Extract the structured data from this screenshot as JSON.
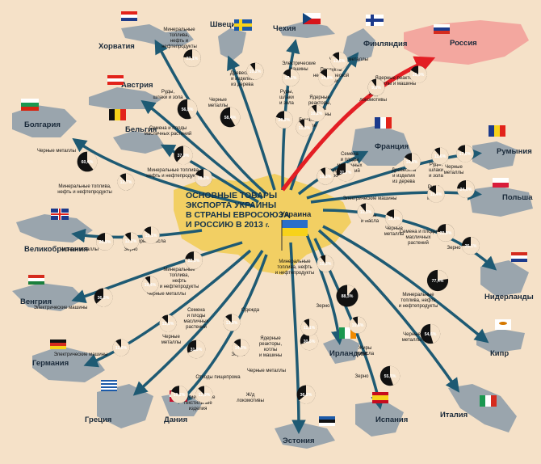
{
  "title": {
    "lines": [
      "ОСНОВНЫЕ ТОВАРЫ",
      "ЭКСПОРТА УКРАИНЫ",
      "В СТРАНЫ ЕВРОСОЮЗА",
      "И РОССИЮ В 2013"
    ],
    "suffix": "г."
  },
  "center": {
    "name": "Украина"
  },
  "colors": {
    "background": "#f5e1c8",
    "arrow": "#1e5a73",
    "russia_arrow": "#e31e24",
    "pie_fill": "#111111",
    "land": "#9aa5ad",
    "ukraine": "#f2cf63",
    "russia_land": "#f3a79f"
  },
  "countries": [
    {
      "id": "croatia",
      "name": "Хорватия"
    },
    {
      "id": "sweden",
      "name": "Швеция"
    },
    {
      "id": "czech",
      "name": "Чехия"
    },
    {
      "id": "finland",
      "name": "Финляндия"
    },
    {
      "id": "russia",
      "name": "Россия"
    },
    {
      "id": "austria",
      "name": "Австрия"
    },
    {
      "id": "belgium",
      "name": "Бельгия"
    },
    {
      "id": "bulgaria",
      "name": "Болгария"
    },
    {
      "id": "france",
      "name": "Франция"
    },
    {
      "id": "romania",
      "name": "Румыния"
    },
    {
      "id": "poland",
      "name": "Польша"
    },
    {
      "id": "uk",
      "name": "Великобритания"
    },
    {
      "id": "netherlands",
      "name": "Нидерланды"
    },
    {
      "id": "hungary",
      "name": "Венгрия"
    },
    {
      "id": "cyprus",
      "name": "Кипр"
    },
    {
      "id": "germany",
      "name": "Германия"
    },
    {
      "id": "ireland",
      "name": "Ирландия"
    },
    {
      "id": "italy",
      "name": "Италия"
    },
    {
      "id": "greece",
      "name": "Греция"
    },
    {
      "id": "denmark",
      "name": "Дания"
    },
    {
      "id": "spain",
      "name": "Испания"
    },
    {
      "id": "estonia",
      "name": "Эстония"
    }
  ],
  "products": [
    {
      "id": "croatia",
      "label": [
        "Минеральные",
        "топлива,",
        "нефть и",
        "нефтепродукты"
      ],
      "pct": "23,1%",
      "share": 0.231
    },
    {
      "id": "sweden",
      "label": [
        "Древесина",
        "и изделия",
        "из дерева"
      ],
      "pct": "10,2%",
      "share": 0.102
    },
    {
      "id": "sweden2",
      "label": [
        "Черные",
        "металлы"
      ],
      "pct": "58,4%",
      "share": 0.584
    },
    {
      "id": "czech",
      "label": [
        "Электрические",
        "машины"
      ],
      "pct": "17,1%",
      "share": 0.171
    },
    {
      "id": "czech2",
      "label": [
        "Руды,",
        "шлаки",
        "и зола"
      ],
      "pct": "20,2%",
      "share": 0.202
    },
    {
      "id": "finland",
      "label": [
        "Черные металлы"
      ],
      "pct": "13,6%",
      "share": 0.136
    },
    {
      "id": "finland2",
      "label": [
        "Продукты",
        "неорганической",
        "химии"
      ],
      "pct": "14,9%",
      "share": 0.149
    },
    {
      "id": "finland3",
      "label": [
        "Ядерные",
        "реакторы,",
        "котлы",
        "и машины"
      ],
      "pct": "10,2%",
      "share": 0.102
    },
    {
      "id": "finland4",
      "label": [
        "Бумага",
        "и картон"
      ],
      "pct": "11,0%",
      "share": 0.11
    },
    {
      "id": "russia",
      "label": [
        "Ядерные реакторы,",
        "котлы и машины"
      ],
      "pct": "16,9%",
      "share": 0.169
    },
    {
      "id": "russia2",
      "label": [
        "Ж/д",
        "локомотивы"
      ],
      "pct": "9,6%",
      "share": 0.096
    },
    {
      "id": "austria",
      "label": [
        "Руды,",
        "шлаки и зола"
      ],
      "pct": "56,3%",
      "share": 0.563
    },
    {
      "id": "belgium",
      "label": [
        "Семена и плоды",
        "масличных растений"
      ],
      "pct": "37,9%",
      "share": 0.379
    },
    {
      "id": "belgium2",
      "label": [
        "Минеральные топлива,",
        "нефть и нефтепродукты"
      ],
      "pct": "18,5%",
      "share": 0.185
    },
    {
      "id": "bulgaria",
      "label": [
        "Черные металлы"
      ],
      "pct": "60,4%",
      "share": 0.604
    },
    {
      "id": "bulgaria2",
      "label": [
        "Минеральные топлива,",
        "нефть и нефтепродукты"
      ],
      "pct": "12,7%",
      "share": 0.127
    },
    {
      "id": "france",
      "label": [
        "Семена",
        "и плоды",
        "масличных",
        "растений"
      ],
      "pct": "31,7%",
      "share": 0.317
    },
    {
      "id": "france2",
      "label": [
        "Отходы",
        "пищепрома"
      ],
      "pct": "10,3%",
      "share": 0.103
    },
    {
      "id": "romania",
      "label": [
        "Древесина",
        "и изделия",
        "из дерева"
      ],
      "pct": "11,6%",
      "share": 0.116
    },
    {
      "id": "romania2",
      "label": [
        "Руды,",
        "шлаки",
        "и зола"
      ],
      "pct": "17,0%",
      "share": 0.17
    },
    {
      "id": "romania3",
      "label": [
        "Черные",
        "металлы"
      ],
      "pct": "16,4%",
      "share": 0.164
    },
    {
      "id": "poland",
      "label": [
        "Электрические машины"
      ],
      "pct": "15,4%",
      "share": 0.154
    },
    {
      "id": "poland2",
      "label": [
        "Руды,",
        "шлаки",
        "и зола"
      ],
      "pct": "24,0%",
      "share": 0.24
    },
    {
      "id": "uk",
      "label": [
        "Черные металлы"
      ],
      "pct": "20,9%",
      "share": 0.209
    },
    {
      "id": "uk2",
      "label": [
        "Зерно"
      ],
      "pct": "12,2%",
      "share": 0.122
    },
    {
      "id": "uk3",
      "label": [
        "Жиры и масла"
      ],
      "pct": "15,1%",
      "share": 0.151
    },
    {
      "id": "netherlands",
      "label": [
        "Жиры",
        "и масла"
      ],
      "pct": "11,3%",
      "share": 0.113
    },
    {
      "id": "netherlands2",
      "label": [
        "Черные",
        "металлы"
      ],
      "pct": "18,0%",
      "share": 0.18
    },
    {
      "id": "netherlands3",
      "label": [
        "Семена и плоды",
        "масличных",
        "растений"
      ],
      "pct": "22,9%",
      "share": 0.229
    },
    {
      "id": "netherlands4",
      "label": [
        "Зерно"
      ],
      "pct": "25,1%",
      "share": 0.251
    },
    {
      "id": "hungary",
      "label": [
        "Минеральные",
        "топлива,",
        "нефть",
        "и нефтепродукты"
      ],
      "pct": "22,3%",
      "share": 0.223
    },
    {
      "id": "hungary2",
      "label": [
        "Электрические машины"
      ],
      "pct": "36,5%",
      "share": 0.365
    },
    {
      "id": "hungary3",
      "label": [
        "Черные металлы"
      ],
      "pct": "10,4%",
      "share": 0.104
    },
    {
      "id": "cyprus",
      "label": [
        "Минеральные",
        "топлива, нефть",
        "и нефтепродукты"
      ],
      "pct": "77,4%",
      "share": 0.774
    },
    {
      "id": "germany",
      "label": [
        "Электрические машины"
      ],
      "pct": "11,0%",
      "share": 0.11
    },
    {
      "id": "germany2",
      "label": [
        "Черные",
        "металлы"
      ],
      "pct": "12,5%",
      "share": 0.125
    },
    {
      "id": "germany3",
      "label": [
        "Семена",
        "и плоды",
        "масличных",
        "растений"
      ],
      "pct": "31,5%",
      "share": 0.315
    },
    {
      "id": "ireland",
      "label": [
        "Минеральные",
        "топлива, нефть",
        "и нефтепродукты"
      ],
      "pct": "10,3%",
      "share": 0.103
    },
    {
      "id": "ireland2",
      "label": [
        "Зерно"
      ],
      "pct": "88,3%",
      "share": 0.883
    },
    {
      "id": "ireland3",
      "label": [
        "Жиры",
        "и масла"
      ],
      "pct": "10,6%",
      "share": 0.106
    },
    {
      "id": "italy",
      "label": [
        "Черные",
        "металлы"
      ],
      "pct": "54,6%",
      "share": 0.546
    },
    {
      "id": "italy2",
      "label": [
        "Зерно"
      ],
      "pct": "55,3%",
      "share": 0.553
    },
    {
      "id": "greece",
      "label": [
        "Одежда"
      ],
      "pct": "13,3%",
      "share": 0.133
    },
    {
      "id": "greece2",
      "label": [
        "Зерно"
      ],
      "pct": "14,3%",
      "share": 0.143
    },
    {
      "id": "greece3",
      "label": [
        "Отходы пищепрома"
      ],
      "pct": "12,9%",
      "share": 0.129
    },
    {
      "id": "denmark",
      "label": [
        "Другие готовые",
        "текстильные",
        "изделия"
      ],
      "pct": "19,2%",
      "share": 0.192
    },
    {
      "id": "spain",
      "label": [
        "Черные металлы"
      ],
      "pct": "30,6%",
      "share": 0.306
    },
    {
      "id": "spain2",
      "label": [
        "Ядерные",
        "реакторы,",
        "котлы",
        "и машины"
      ],
      "pct": "11,1%",
      "share": 0.111
    },
    {
      "id": "estonia",
      "label": [
        "Ж/д",
        "локомотивы"
      ],
      "pct": "36,2%",
      "share": 0.362
    }
  ]
}
